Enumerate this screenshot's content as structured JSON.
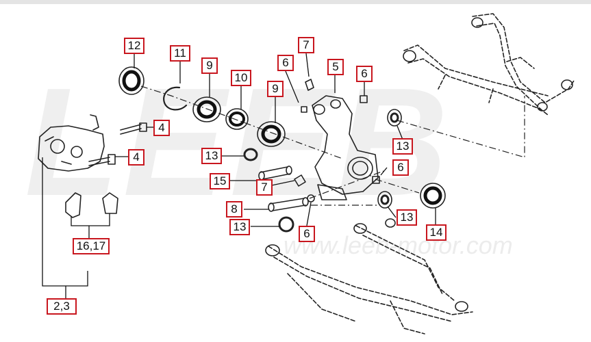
{
  "watermark": {
    "logo_text": "LEEB",
    "url_text": "www.leeb-motor.com"
  },
  "callouts": {
    "c12": "12",
    "c11": "11",
    "c9a": "9",
    "c10": "10",
    "c9b": "9",
    "c6a": "6",
    "c7a": "7",
    "c5": "5",
    "c6b": "6",
    "c4a": "4",
    "c4b": "4",
    "c13a": "13",
    "c13b": "13",
    "c15": "15",
    "c7b": "7",
    "c6c": "6",
    "c8": "8",
    "c13c": "13",
    "c6d": "6",
    "c13d": "13",
    "c14": "14",
    "c1617": "16,17",
    "c23": "2,3"
  },
  "colors": {
    "callout_border": "#c8161e",
    "line_art": "#222222",
    "watermark": "#efefef"
  }
}
